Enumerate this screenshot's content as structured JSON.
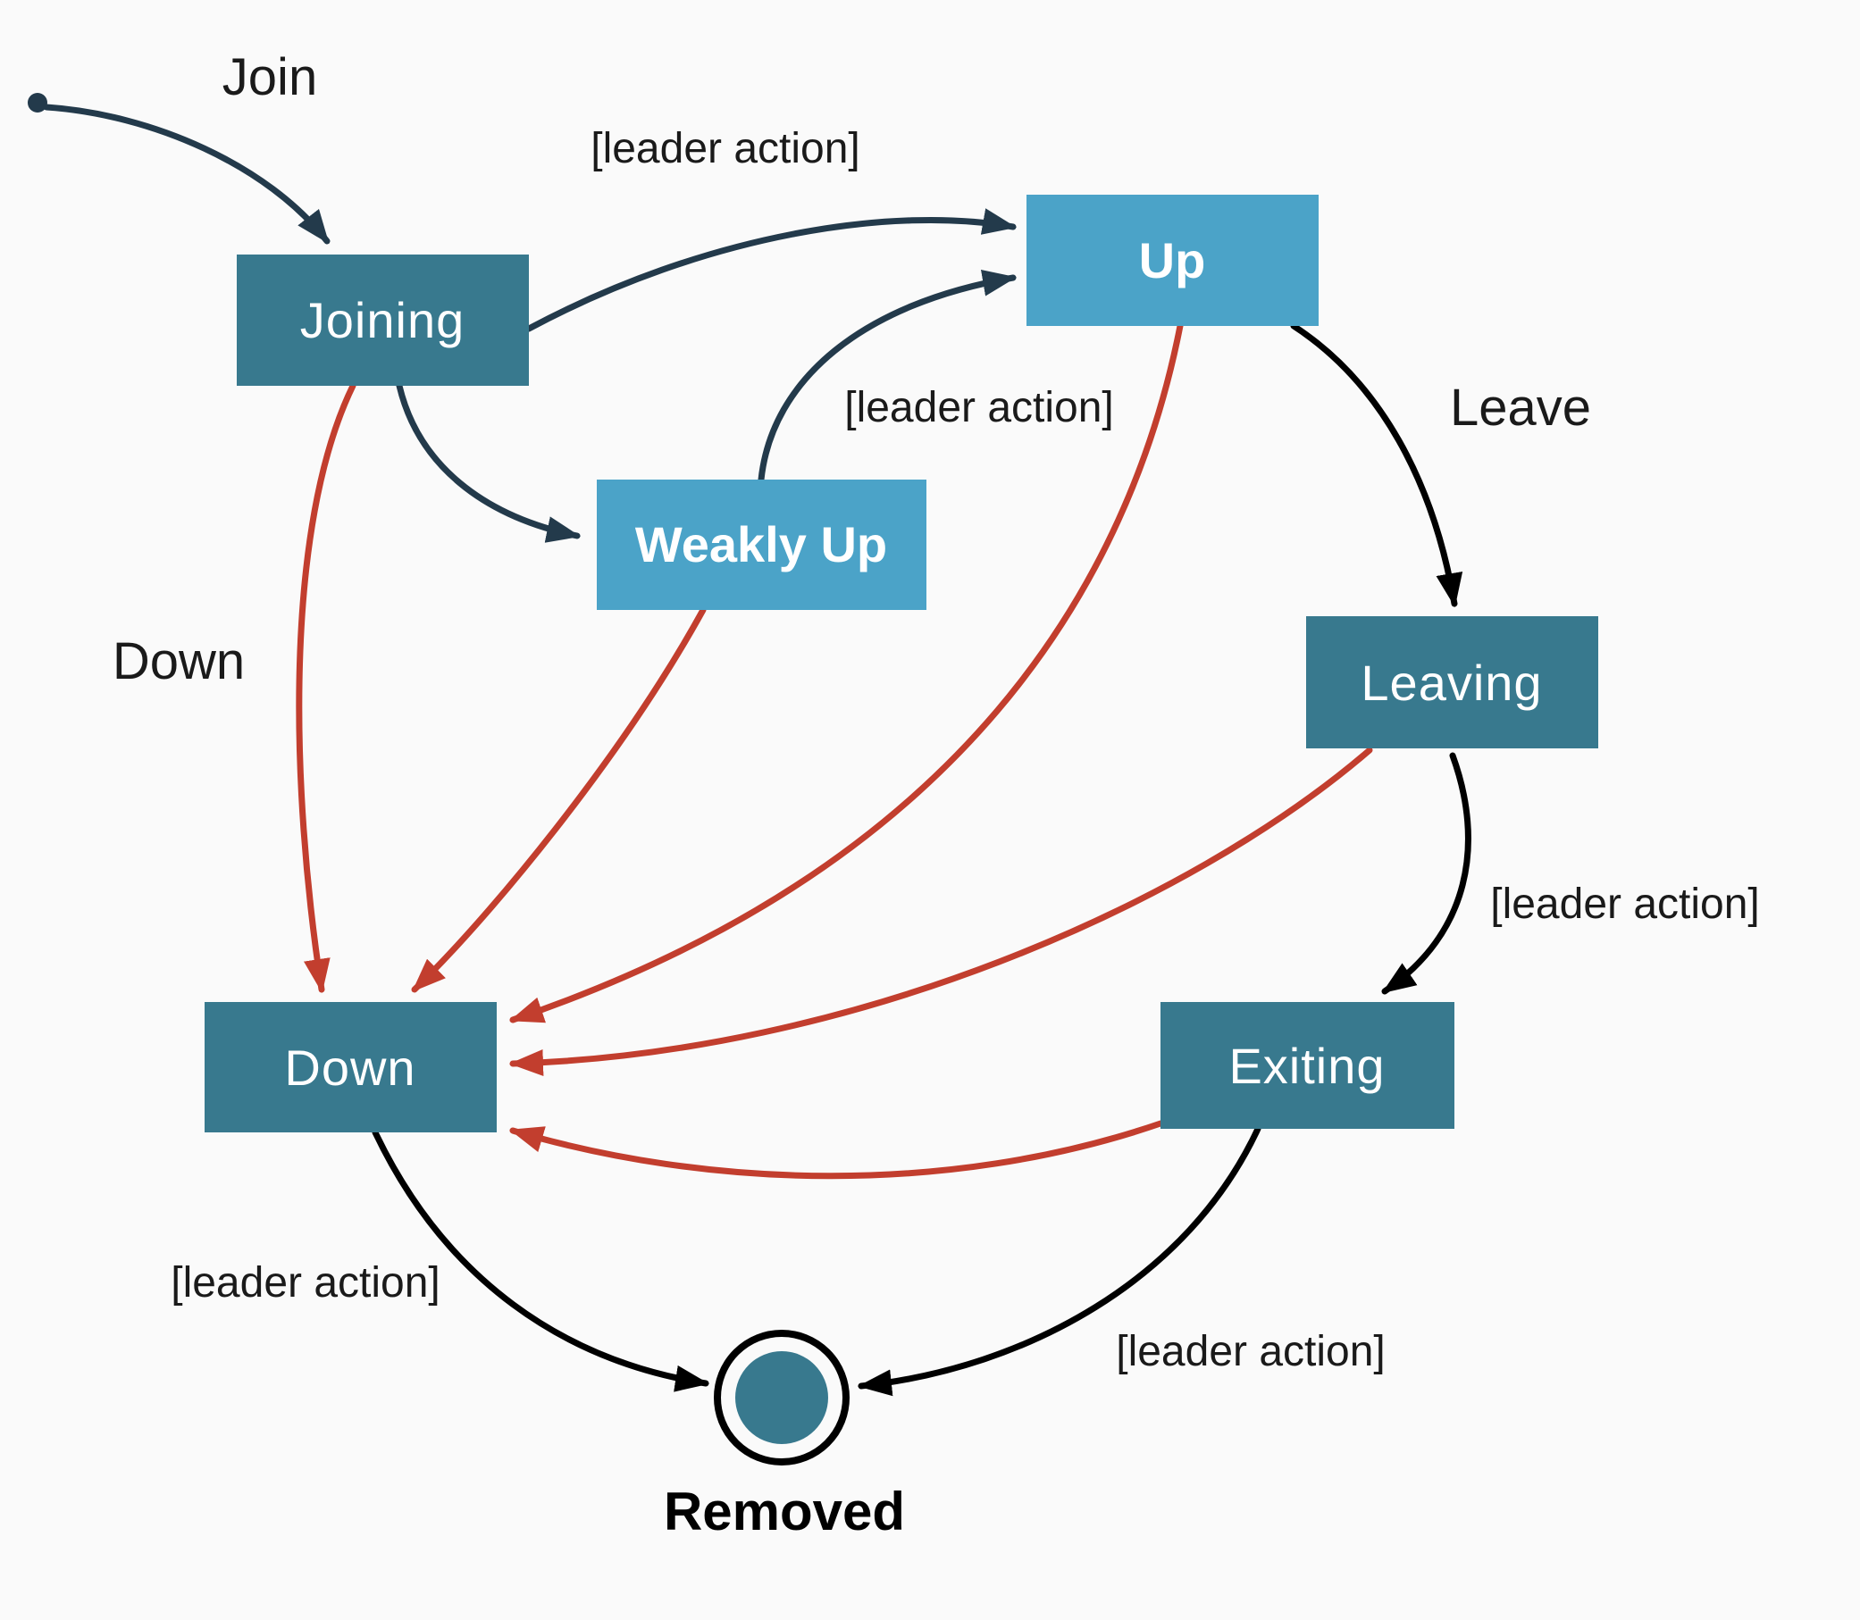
{
  "diagram": {
    "type": "state-machine",
    "subject": "cluster membership lifecycle",
    "colors": {
      "background": "#fafafa",
      "state_dark": "#38798E",
      "state_light": "#4BA3C8",
      "arrow_navy": "#233A4B",
      "arrow_black": "#000000",
      "arrow_red": "#C23E2E",
      "label_text": "#1a1a1a",
      "state_text": "#ffffff"
    },
    "nodes": {
      "start": {
        "label": "",
        "kind": "initial-dot"
      },
      "joining": {
        "label": "Joining"
      },
      "up": {
        "label": "Up"
      },
      "weakly_up": {
        "label": "Weakly Up"
      },
      "leaving": {
        "label": "Leaving"
      },
      "exiting": {
        "label": "Exiting"
      },
      "down": {
        "label": "Down"
      },
      "removed": {
        "label": "Removed",
        "kind": "final-state"
      }
    },
    "edge_labels": {
      "join": "Join",
      "leader_action_joining_up": "[leader action]",
      "leader_action_weaklyup_up": "[leader action]",
      "leave": "Leave",
      "leader_action_leaving_exiting": "[leader action]",
      "down": "Down",
      "leader_action_down_removed": "[leader action]",
      "leader_action_exiting_removed": "[leader action]"
    },
    "transitions": [
      {
        "from": "start",
        "to": "Joining",
        "label": "Join",
        "color": "navy"
      },
      {
        "from": "Joining",
        "to": "Up",
        "label": "[leader action]",
        "color": "navy"
      },
      {
        "from": "Joining",
        "to": "Weakly Up",
        "label": "",
        "color": "navy"
      },
      {
        "from": "Weakly Up",
        "to": "Up",
        "label": "[leader action]",
        "color": "navy"
      },
      {
        "from": "Up",
        "to": "Leaving",
        "label": "Leave",
        "color": "black"
      },
      {
        "from": "Leaving",
        "to": "Exiting",
        "label": "[leader action]",
        "color": "black"
      },
      {
        "from": "Down",
        "to": "Removed",
        "label": "[leader action]",
        "color": "black"
      },
      {
        "from": "Exiting",
        "to": "Removed",
        "label": "[leader action]",
        "color": "black"
      },
      {
        "from": "Joining",
        "to": "Down",
        "label": "Down",
        "color": "red"
      },
      {
        "from": "Weakly Up",
        "to": "Down",
        "label": "",
        "color": "red"
      },
      {
        "from": "Up",
        "to": "Down",
        "label": "",
        "color": "red"
      },
      {
        "from": "Leaving",
        "to": "Down",
        "label": "",
        "color": "red"
      },
      {
        "from": "Exiting",
        "to": "Down",
        "label": "",
        "color": "red"
      }
    ]
  }
}
